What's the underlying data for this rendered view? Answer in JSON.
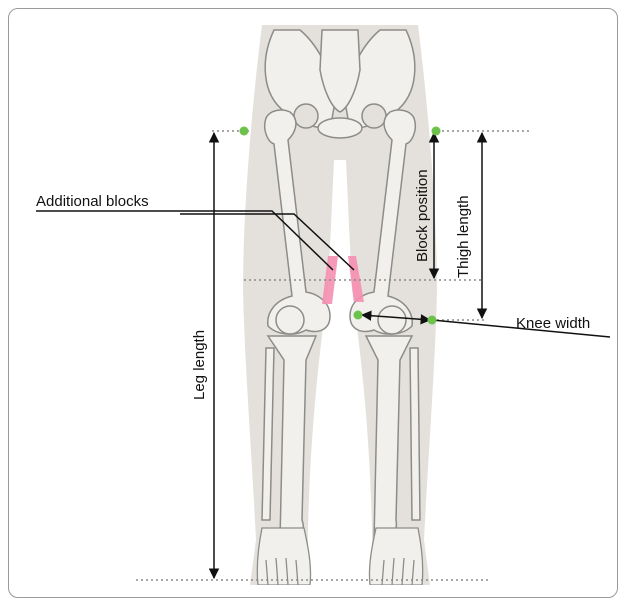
{
  "labels": {
    "additional_blocks": "Additional blocks",
    "block_position": "Block position",
    "thigh_length": "Thigh length",
    "knee_width": "Knee width",
    "leg_length": "Leg length"
  },
  "colors": {
    "body_silhouette": "#e4e1dc",
    "bone_fill": "#f2f0ec",
    "bone_stroke": "#8c8c88",
    "landmark_dot": "#6cc24a",
    "block_pink": "#f58fb2",
    "guide_line": "#8a8a8a",
    "arrow": "#111111"
  }
}
